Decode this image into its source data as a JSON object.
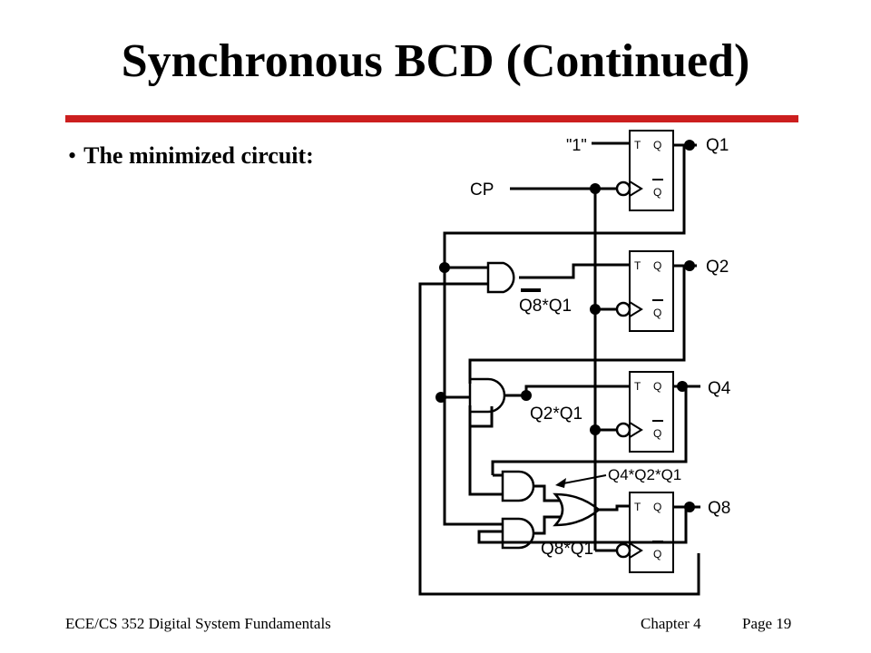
{
  "slide": {
    "title": "Synchronous BCD (Continued)",
    "bullet": "The minimized circuit:",
    "footer_left": "ECE/CS 352  Digital System Fundamentals",
    "footer_chapter": "Chapter 4",
    "footer_page": "Page 19",
    "rule_color": "#cc1f1f"
  },
  "circuit": {
    "const_one": "\"1\"",
    "clock": "CP",
    "pin_t": "T",
    "pin_q": "Q",
    "pin_qbar": "Q",
    "outputs": [
      "Q1",
      "Q2",
      "Q4",
      "Q8"
    ],
    "expressions": {
      "q8bar_q1": "Q8*Q1",
      "q2_q1": "Q2*Q1",
      "q4_q2_q1": "Q4*Q2*Q1",
      "q8_q1": "Q8*Q1"
    }
  }
}
